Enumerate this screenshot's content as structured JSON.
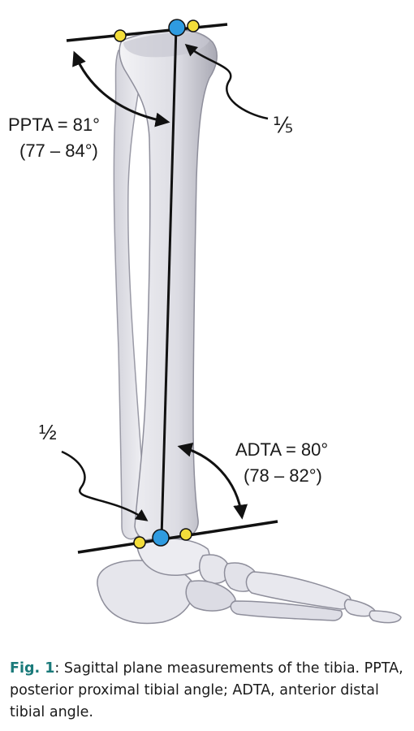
{
  "labels": {
    "ppta_value": "PPTA = 81°",
    "ppta_range": "(77 – 84°)",
    "proximal_fraction": "⅕",
    "distal_fraction": "½",
    "adta_value": "ADTA = 80°",
    "adta_range": "(78 – 82°)"
  },
  "caption": {
    "figure_label": "Fig. 1",
    "text": ": Sagittal plane measurements of the tibia. PPTA, posterior proximal tibial angle; ADTA, anterior distal tibial angle."
  },
  "colors": {
    "bone_fill": "#e4e4ea",
    "bone_shadow": "#b9b9c3",
    "bone_outline": "#9a9aa6",
    "line": "#111111",
    "blue_point": "#2f9be0",
    "yellow_point": "#f3dd3a",
    "caption_accent": "#1a7a7a"
  }
}
